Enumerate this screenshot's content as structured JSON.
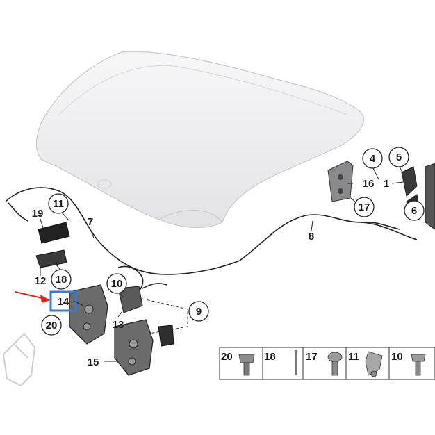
{
  "diagram": {
    "callouts": [
      {
        "id": "c4",
        "text": "4",
        "circled": true
      },
      {
        "id": "c5",
        "text": "5",
        "circled": true
      },
      {
        "id": "c1",
        "text": "1",
        "circled": false
      },
      {
        "id": "c16",
        "text": "16",
        "circled": false
      },
      {
        "id": "c17",
        "text": "17",
        "circled": true
      },
      {
        "id": "c6",
        "text": "6",
        "circled": true
      },
      {
        "id": "c8",
        "text": "8",
        "circled": false
      },
      {
        "id": "c11",
        "text": "11",
        "circled": true
      },
      {
        "id": "c19",
        "text": "19",
        "circled": false
      },
      {
        "id": "c7",
        "text": "7",
        "circled": false
      },
      {
        "id": "c12",
        "text": "12",
        "circled": false
      },
      {
        "id": "c18",
        "text": "18",
        "circled": true
      },
      {
        "id": "c14",
        "text": "14",
        "circled": false,
        "highlighted": true
      },
      {
        "id": "c10",
        "text": "10",
        "circled": true
      },
      {
        "id": "c9",
        "text": "9",
        "circled": true
      },
      {
        "id": "c13",
        "text": "13",
        "circled": false
      },
      {
        "id": "c20",
        "text": "20",
        "circled": true
      },
      {
        "id": "c15",
        "text": "15",
        "circled": false
      }
    ],
    "parts_table": [
      {
        "id": "t20",
        "text": "20"
      },
      {
        "id": "t18",
        "text": "18"
      },
      {
        "id": "t17",
        "text": "17"
      },
      {
        "id": "t11",
        "text": "11"
      },
      {
        "id": "t10",
        "text": "10"
      }
    ],
    "colors": {
      "highlight_box": "#2f7fd6",
      "arrow": "#e2231a",
      "line": "#222222",
      "hood_fill": "#f1f1f3",
      "part_fill": "#6b6b6b"
    }
  }
}
